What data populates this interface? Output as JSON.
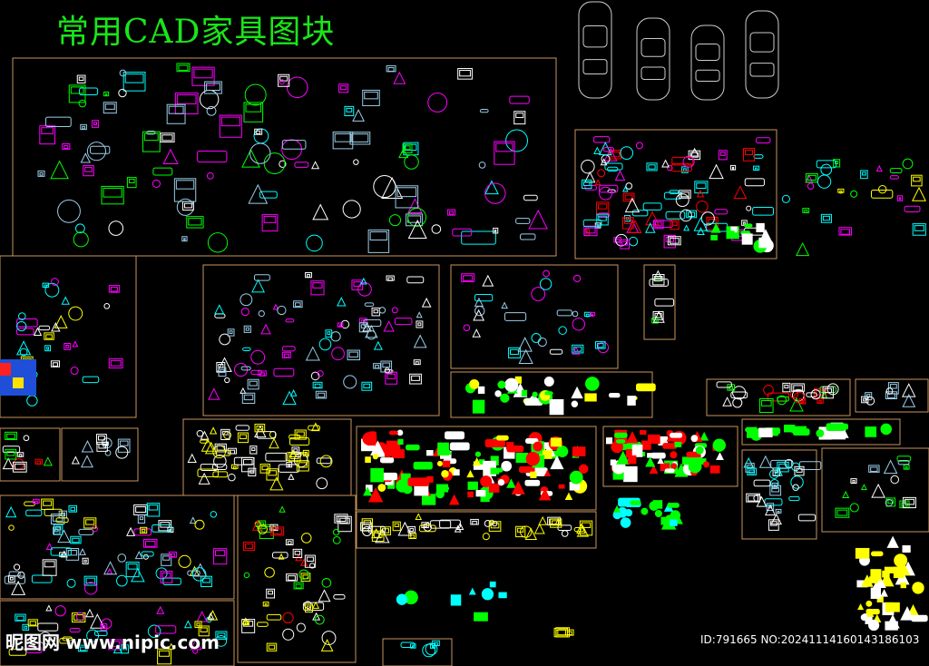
{
  "title": "常用CAD家具图块",
  "watermark": {
    "brand": "昵图网",
    "url": "www.nipic.com",
    "id_text": "ID:791665 NO:20241114160143186103"
  },
  "colors": {
    "background": "#000000",
    "frame": "#c8955c",
    "title": "#19e619",
    "palette": [
      "#00ffff",
      "#ff00ff",
      "#ffff00",
      "#00ff00",
      "#ffffff",
      "#ff0000",
      "#4a8cff",
      "#ff8800",
      "#9acde8"
    ]
  }
}
